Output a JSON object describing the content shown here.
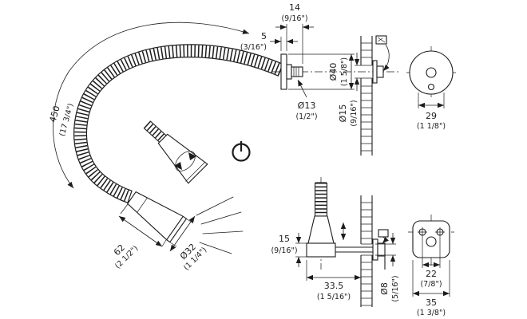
{
  "colors": {
    "line": "#1c1c1c",
    "background": "#ffffff"
  },
  "icons": {
    "power": "power-icon",
    "swivel": "swivel-arrows-icon",
    "clip": "fixing-clip-icon"
  },
  "dims": {
    "flex_length": {
      "mm": "450",
      "inch": "(17 3/4\")"
    },
    "stem_length": {
      "mm": "14",
      "inch": "(9/16\")"
    },
    "bezel_thickness": {
      "mm": "5",
      "inch": "(3/16\")"
    },
    "bezel_dia": {
      "mm": "Ø40",
      "inch": "(1 5/8\")"
    },
    "stem_dia": {
      "mm": "Ø13",
      "inch": "(1/2\")"
    },
    "panel_hole_dia": {
      "mm": "Ø15",
      "inch": "(9/16\")"
    },
    "round_plate_width": {
      "mm": "29",
      "inch": "(1 1/8\")"
    },
    "head_length": {
      "mm": "62",
      "inch": "(2 1/2\")"
    },
    "head_dia": {
      "mm": "Ø32",
      "inch": "(1 1/4\")"
    },
    "holder_height": {
      "mm": "15",
      "inch": "(9/16\")"
    },
    "holder_depth": {
      "mm": "33.5",
      "inch": "(1 5/16\")"
    },
    "cable_hole_dia": {
      "mm": "Ø8",
      "inch": "(5/16\")"
    },
    "screw_spacing": {
      "mm": "22",
      "inch": "(7/8\")"
    },
    "square_plate_width": {
      "mm": "35",
      "inch": "(1 3/8\")"
    }
  }
}
